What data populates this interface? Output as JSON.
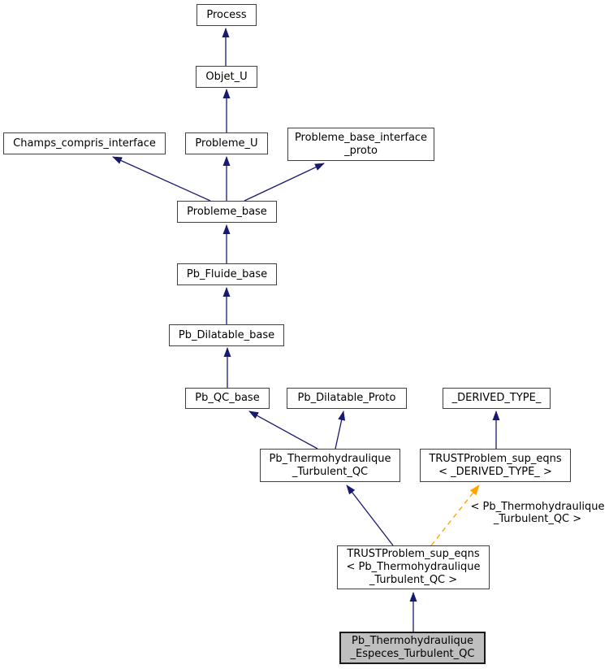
{
  "diagram": {
    "type": "class-inheritance-graph",
    "background_color": "#ffffff",
    "edge_color": "#191970",
    "template_edge_color": "#ffa500",
    "node_border_color": "#404040",
    "highlight_node_fill": "#bfbfbf"
  },
  "nodes": {
    "process": {
      "label": "Process"
    },
    "objet_u": {
      "label": "Objet_U"
    },
    "champs_compris_interface": {
      "label": "Champs_compris_interface"
    },
    "probleme_u": {
      "label": "Probleme_U"
    },
    "probleme_base_interface_proto": {
      "label": "Probleme_base_interface\n_proto"
    },
    "probleme_base": {
      "label": "Probleme_base"
    },
    "pb_fluide_base": {
      "label": "Pb_Fluide_base"
    },
    "pb_dilatable_base": {
      "label": "Pb_Dilatable_base"
    },
    "pb_qc_base": {
      "label": "Pb_QC_base"
    },
    "pb_dilatable_proto": {
      "label": "Pb_Dilatable_Proto"
    },
    "derived_type": {
      "label": "_DERIVED_TYPE_"
    },
    "pb_thermohydraulique_turbulent_qc": {
      "label": "Pb_Thermohydraulique\n_Turbulent_QC"
    },
    "trustproblem_sup_eqns_derived_type": {
      "label": "TRUSTProblem_sup_eqns\n< _DERIVED_TYPE_ >"
    },
    "trustproblem_sup_eqns_pb_thermo": {
      "label": "TRUSTProblem_sup_eqns\n< Pb_Thermohydraulique\n_Turbulent_QC >"
    },
    "pb_thermohydraulique_especes_turbulent_qc": {
      "label": "Pb_Thermohydraulique\n_Especes_Turbulent_QC"
    }
  },
  "edge_labels": {
    "template_instantiation": "< Pb_Thermohydraulique\n_Turbulent_QC >"
  },
  "relationships": [
    {
      "child": "Objet_U",
      "parent": "Process",
      "style": "solid"
    },
    {
      "child": "Probleme_U",
      "parent": "Objet_U",
      "style": "solid"
    },
    {
      "child": "Probleme_base",
      "parent": "Champs_compris_interface",
      "style": "solid"
    },
    {
      "child": "Probleme_base",
      "parent": "Probleme_U",
      "style": "solid"
    },
    {
      "child": "Probleme_base",
      "parent": "Probleme_base_interface_proto",
      "style": "solid"
    },
    {
      "child": "Pb_Fluide_base",
      "parent": "Probleme_base",
      "style": "solid"
    },
    {
      "child": "Pb_Dilatable_base",
      "parent": "Pb_Fluide_base",
      "style": "solid"
    },
    {
      "child": "Pb_QC_base",
      "parent": "Pb_Dilatable_base",
      "style": "solid"
    },
    {
      "child": "Pb_Thermohydraulique_Turbulent_QC",
      "parent": "Pb_QC_base",
      "style": "solid"
    },
    {
      "child": "Pb_Thermohydraulique_Turbulent_QC",
      "parent": "Pb_Dilatable_Proto",
      "style": "solid"
    },
    {
      "child": "TRUSTProblem_sup_eqns < _DERIVED_TYPE_ >",
      "parent": "_DERIVED_TYPE_",
      "style": "solid"
    },
    {
      "child": "TRUSTProblem_sup_eqns < Pb_Thermohydraulique _Turbulent_QC >",
      "parent": "Pb_Thermohydraulique_Turbulent_QC",
      "style": "solid"
    },
    {
      "child": "TRUSTProblem_sup_eqns < Pb_Thermohydraulique _Turbulent_QC >",
      "parent": "TRUSTProblem_sup_eqns < _DERIVED_TYPE_ >",
      "style": "dashed-template"
    },
    {
      "child": "Pb_Thermohydraulique_Especes_Turbulent_QC",
      "parent": "TRUSTProblem_sup_eqns < Pb_Thermohydraulique _Turbulent_QC >",
      "style": "solid"
    }
  ]
}
